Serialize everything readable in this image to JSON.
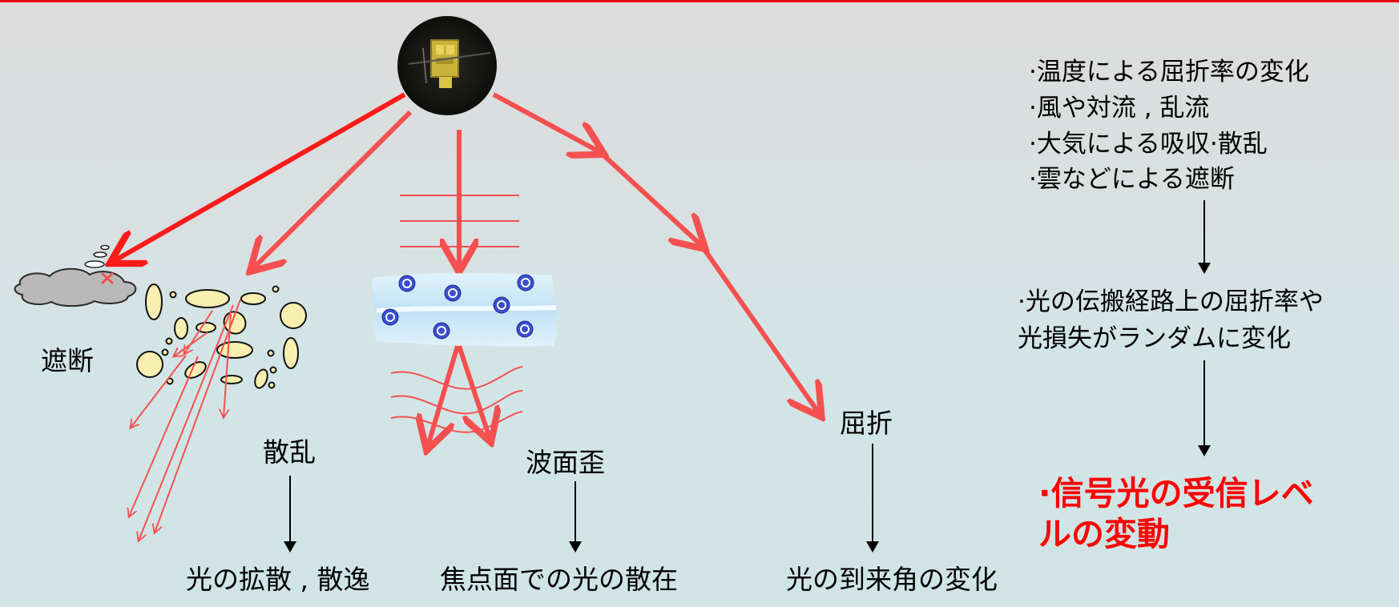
{
  "diagram": {
    "effects": {
      "blocking": "遮断",
      "scattering": "散乱",
      "wavefront": "波面歪",
      "refraction": "屈折"
    },
    "consequences": {
      "scattering": "光の拡散 , 散逸",
      "wavefront": "焦点面での光の散在",
      "refraction": "光の到来角の変化"
    },
    "causes": [
      "·温度による屈折率の変化",
      "·風や対流 , 乱流",
      "·大気による吸収·散乱",
      "·雲などによる遮断"
    ],
    "intermediate": [
      "·光の伝搬経路上の屈折率や",
      "光損失がランダムに変化"
    ],
    "result": [
      "·信号光の受信レベ",
      "ルの変動"
    ],
    "colors": {
      "beam": "#f55050",
      "beam_strong": "#ff1a1a",
      "result_text": "#ff0000",
      "top_bar": "#e60012",
      "scatter_particle": "#f8eeb0",
      "water": "#cfe9f8"
    },
    "icons": [
      "satellite-icon",
      "cloud-icon",
      "water-wave-icon",
      "scatter-particles-icon"
    ]
  }
}
